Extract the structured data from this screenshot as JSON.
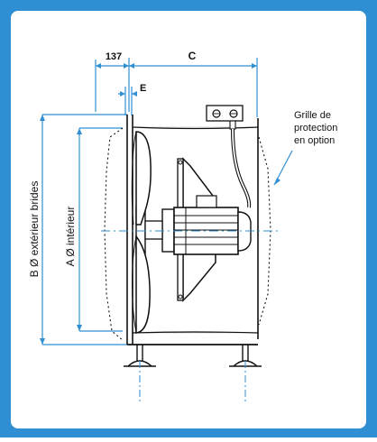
{
  "colors": {
    "border": "#2f8fd2",
    "panel_bg": "#ffffff",
    "line": "#111111",
    "dim_line": "#2f8fd2"
  },
  "labels": {
    "dim_137": "137",
    "dim_c": "C",
    "dim_e": "E",
    "dim_b": "B Ø extérieur brides",
    "dim_a": "A Ø intérieur",
    "grille_line1": "Grille de",
    "grille_line2": "protection",
    "grille_line3": "en option"
  }
}
